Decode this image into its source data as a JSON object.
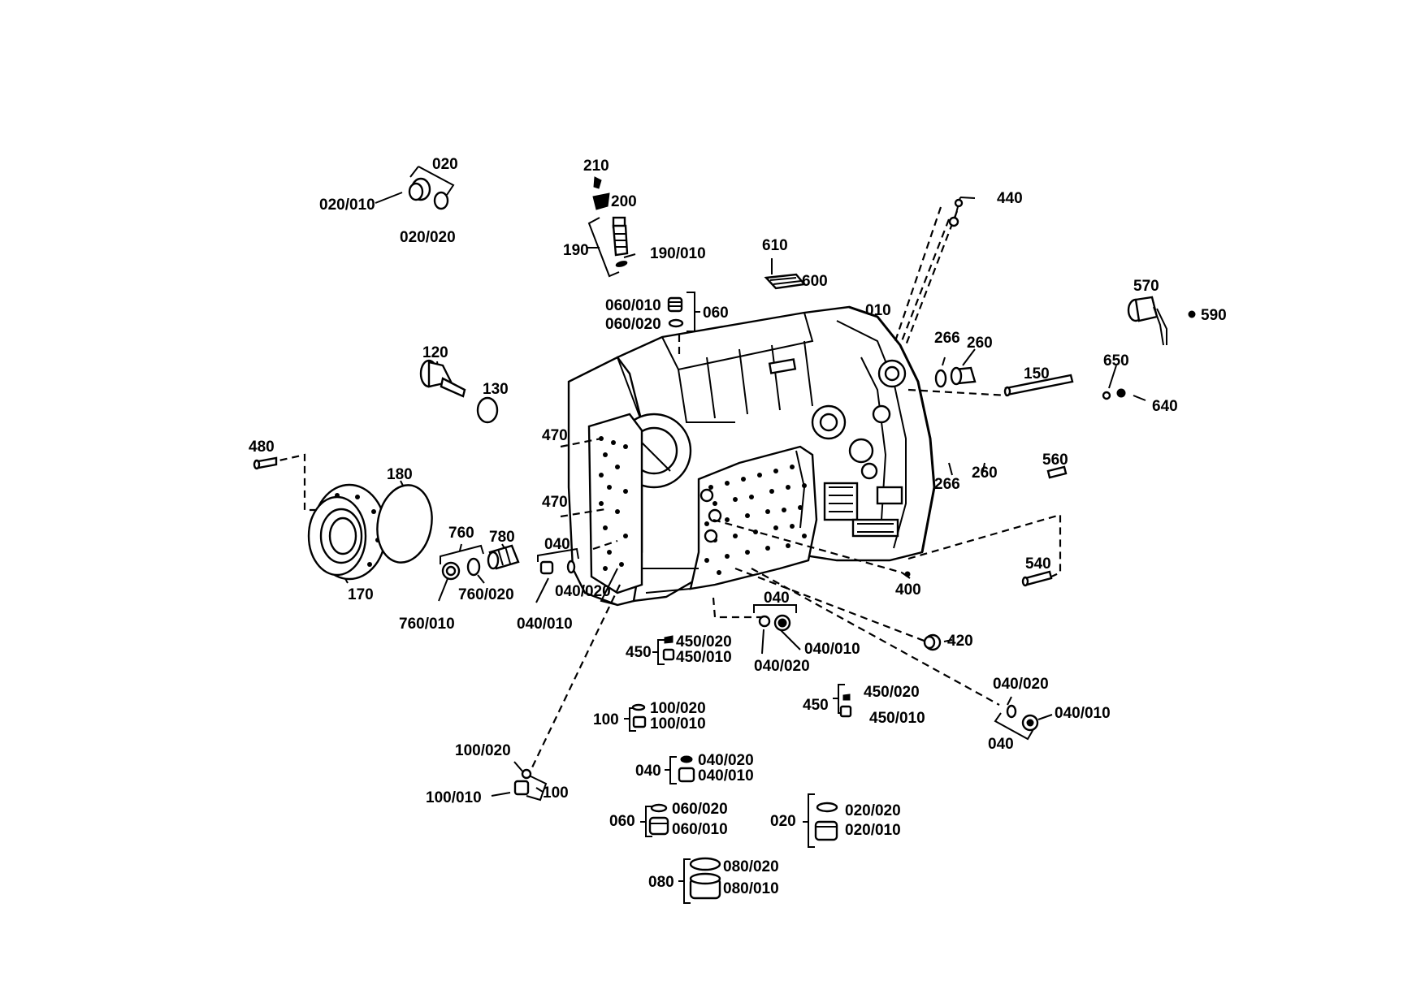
{
  "labels": {
    "p020": "020",
    "p020_010": "020/010",
    "p020_020": "020/020",
    "p210": "210",
    "p200": "200",
    "p190": "190",
    "p190_010": "190/010",
    "p440": "440",
    "p610": "610",
    "p600": "600",
    "p060_010": "060/010",
    "p060_020": "060/020",
    "p060": "060",
    "p010": "010",
    "p570": "570",
    "p590": "590",
    "p120": "120",
    "p130": "130",
    "p266a": "266",
    "p260a": "260",
    "p150": "150",
    "p650": "650",
    "p640": "640",
    "p480": "480",
    "p180": "180",
    "p470a": "470",
    "p470b": "470",
    "p266b": "266",
    "p260b": "260",
    "p560": "560",
    "p760": "760",
    "p780": "780",
    "p040a": "040",
    "p170": "170",
    "p760_020": "760/020",
    "p760_010": "760/010",
    "p040_020a": "040/020",
    "p040_010a": "040/010",
    "p540": "540",
    "p400": "400",
    "p040b": "040",
    "p420": "420",
    "p450a": "450",
    "p450_020a": "450/020",
    "p450_010a": "450/010",
    "p040_010b": "040/010",
    "p040_020b": "040/020",
    "p450b": "450",
    "p450_020b": "450/020",
    "p450_010b": "450/010",
    "p040_020c": "040/020",
    "p040_010c": "040/010",
    "p040c": "040",
    "p100a": "100",
    "p100_020a": "100/020",
    "p100_010a": "100/010",
    "p040d": "040",
    "p040_020d": "040/020",
    "p040_010d": "040/010",
    "p100_020b": "100/020",
    "p100_010b": "100/010",
    "p100b": "100",
    "p060b": "060",
    "p060_020b": "060/020",
    "p060_010b": "060/010",
    "p020b": "020",
    "p020_020b": "020/020",
    "p020_010b": "020/010",
    "p080": "080",
    "p080_020": "080/020",
    "p080_010": "080/010"
  }
}
